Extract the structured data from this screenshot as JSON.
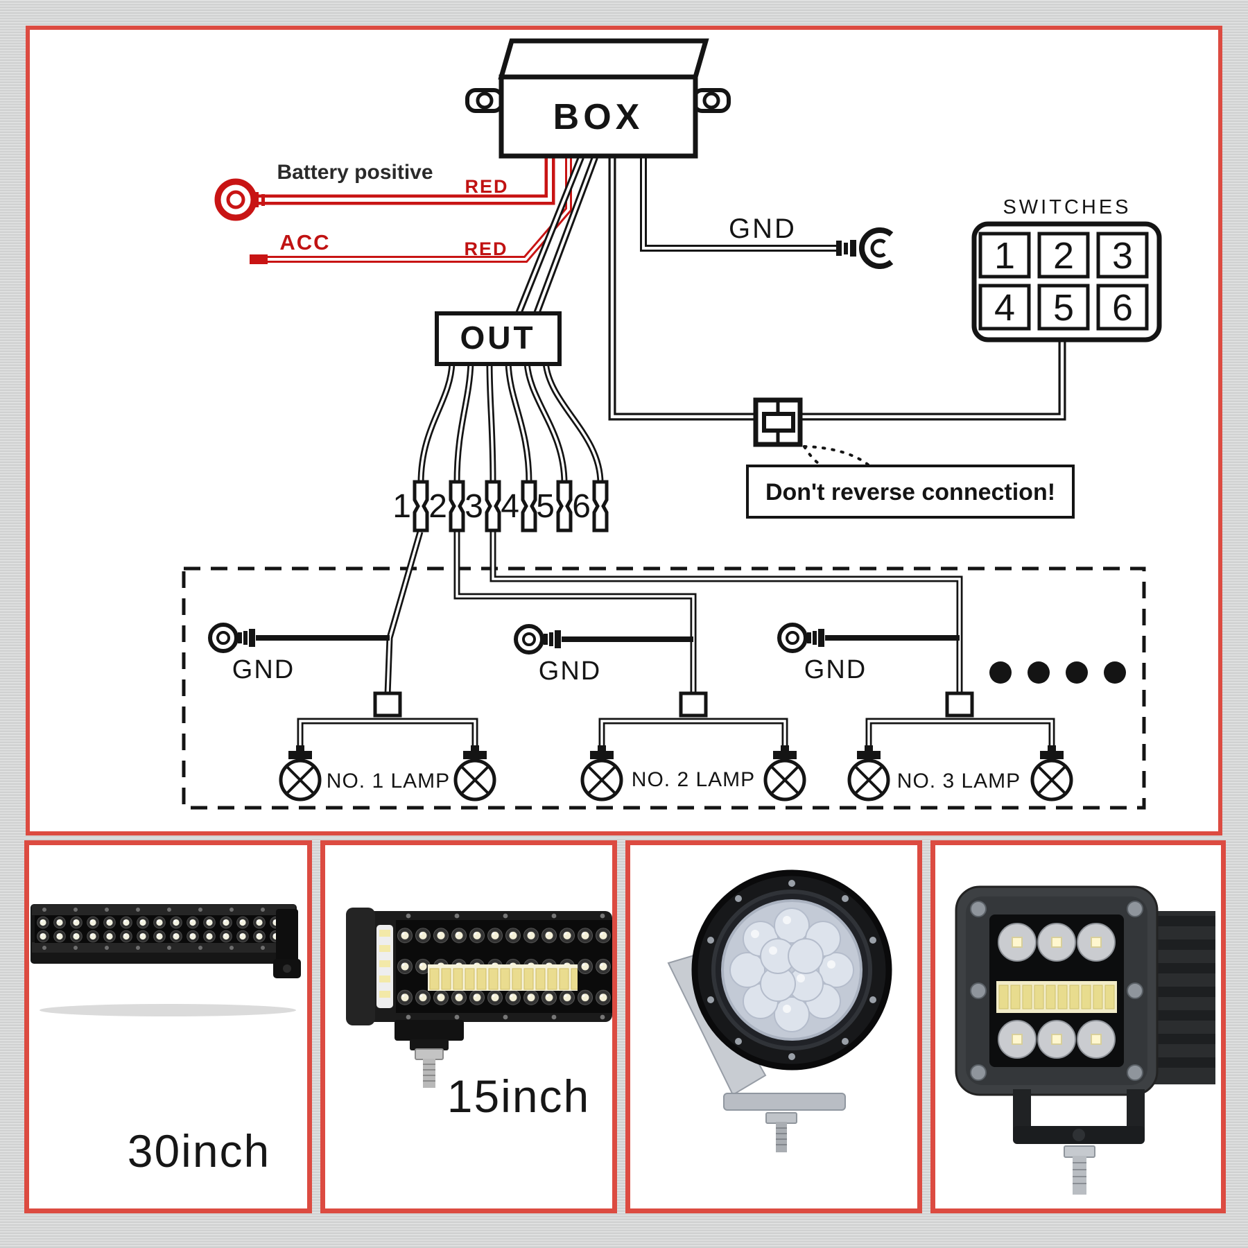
{
  "colors": {
    "background": "#d4d5d5",
    "panel_border": "#dc4b41",
    "panel_bg": "#ffffff",
    "line": "#141414",
    "wire_red": "#c81414",
    "red_text": "#c01212"
  },
  "diagram": {
    "box_label": "BOX",
    "out_label": "OUT",
    "battery_label": "Battery positive",
    "battery_wire_color": "RED",
    "acc_label": "ACC",
    "acc_wire_color": "RED",
    "gnd_label": "GND",
    "warning_text": "Don't reverse connection!",
    "switches": {
      "title": "SWITCHES",
      "buttons": [
        "1",
        "2",
        "3",
        "4",
        "5",
        "6"
      ]
    },
    "out_connector_numbers": [
      "1",
      "2",
      "3",
      "4",
      "5",
      "6"
    ],
    "lamp_groups": [
      {
        "gnd_label": "GND",
        "label": "NO. 1 LAMP"
      },
      {
        "gnd_label": "GND",
        "label": "NO. 2 LAMP"
      },
      {
        "gnd_label": "GND",
        "label": "NO. 3 LAMP"
      }
    ],
    "more_lamps_dots": 4,
    "symbols": {
      "battery_terminal": "red-ring-terminal-icon",
      "ground_terminal": "open-ring-terminal-icon",
      "lamp": "circle-cross-lamp-icon",
      "connector_plug": "inline-plug-icon",
      "bullet_connector": "bullet-terminal-icon",
      "more_items": "ellipsis-dots-icon"
    }
  },
  "products": [
    {
      "label": "30inch"
    },
    {
      "label": "15inch"
    },
    {
      "label": ""
    },
    {
      "label": ""
    }
  ]
}
